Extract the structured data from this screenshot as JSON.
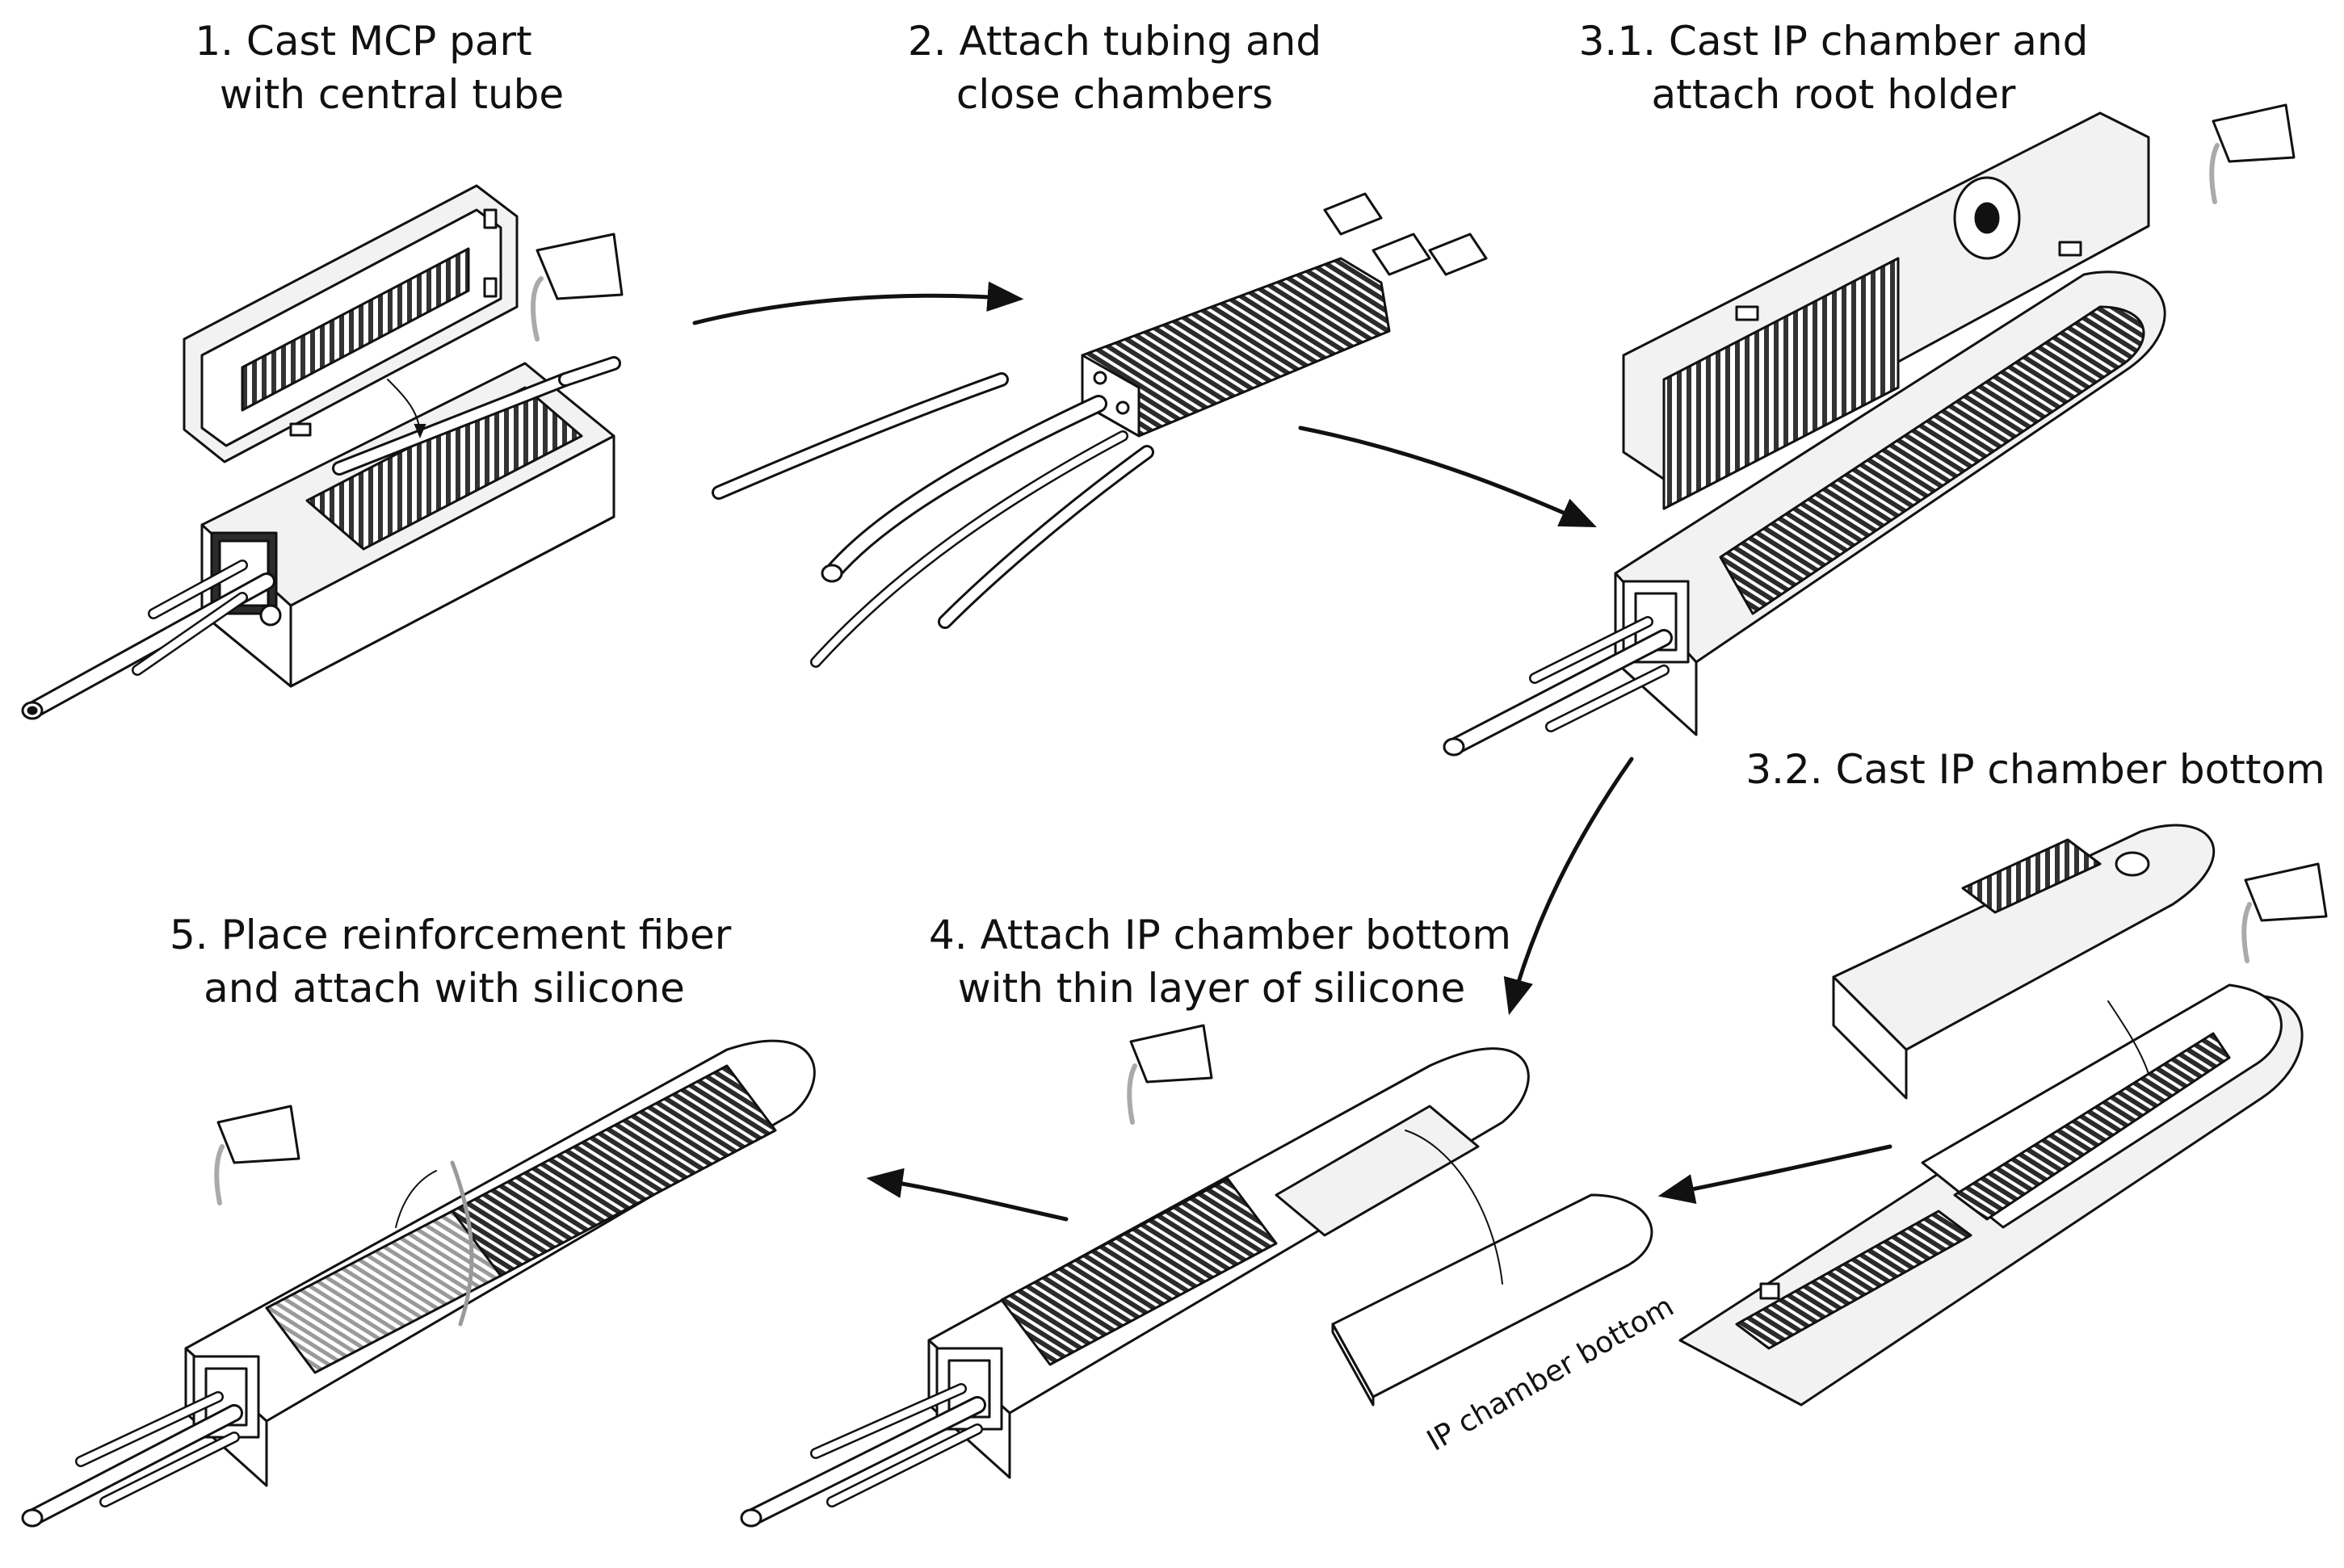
{
  "steps": {
    "s1": {
      "line1": "1. Cast MCP part",
      "line2": "with central tube"
    },
    "s2": {
      "line1": "2. Attach tubing and",
      "line2": "close chambers"
    },
    "s31": {
      "line1": "3.1. Cast IP chamber and",
      "line2": "attach root holder"
    },
    "s32": {
      "line1": "3.2. Cast IP chamber bottom"
    },
    "s4": {
      "line1": "4. Attach IP chamber bottom",
      "line2": "with thin layer of silicone"
    },
    "s5": {
      "line1": "5. Place reinforcement fiber",
      "line2": "and attach with silicone"
    }
  },
  "annotations": {
    "ip_bottom": "IP chamber bottom"
  },
  "colors": {
    "ink": "#111111",
    "fill": "#ffffff",
    "shade": "#f2f2f2",
    "coil": "#2b2b2b",
    "fiber": "#9a9a9a"
  }
}
